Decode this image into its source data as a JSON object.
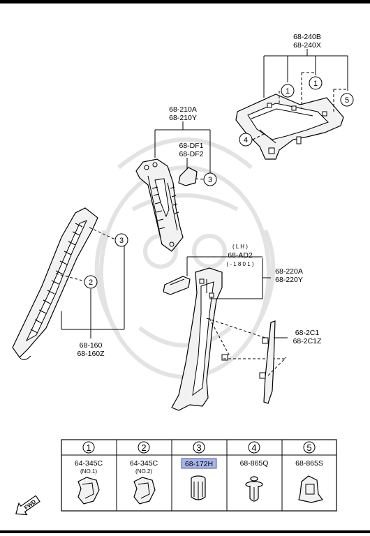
{
  "callouts": {
    "c1a": "1",
    "c1b": "1",
    "c2": "2",
    "c3a": "3",
    "c3b": "3",
    "c4": "4",
    "c5": "5"
  },
  "labels": {
    "roof": [
      "68-240B",
      "68-240X"
    ],
    "pillar_upper": [
      "68-210A",
      "68-210Y"
    ],
    "df": [
      "68-DF1",
      "68-DF2"
    ],
    "a_pillar": [
      "68-160",
      "68-160Z"
    ],
    "ad2": [
      "( L H )",
      "68-AD2",
      "( - 1 8 0 1 )"
    ],
    "b_pillar": [
      "68-220A",
      "68-220Y"
    ],
    "strip": [
      "68-2C1",
      "68-2C1Z"
    ]
  },
  "legend": {
    "columns": [
      {
        "index": "1",
        "part": "64-345C",
        "note": "(NO.1)",
        "highlight": false
      },
      {
        "index": "2",
        "part": "64-345C",
        "note": "(NO.2)",
        "highlight": false
      },
      {
        "index": "3",
        "part": "68-172H",
        "note": "",
        "highlight": true
      },
      {
        "index": "4",
        "part": "68-865Q",
        "note": "",
        "highlight": false
      },
      {
        "index": "5",
        "part": "68-865S",
        "note": "",
        "highlight": false
      }
    ]
  },
  "fwd_label": "FWD",
  "colors": {
    "highlight": "#a9b4e6",
    "ink": "#000000"
  }
}
